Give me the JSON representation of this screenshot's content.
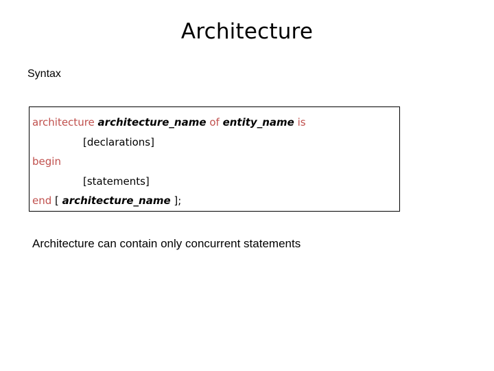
{
  "slide": {
    "title": "Architecture",
    "syntax_label": "Syntax",
    "note": "Architecture can contain only concurrent statements"
  },
  "colors": {
    "keyword": "#c0504d",
    "text": "#000000",
    "background": "#ffffff",
    "border": "#000000"
  },
  "code": {
    "lines": [
      {
        "indent": false,
        "tokens": [
          {
            "text": "architecture",
            "type": "keyword"
          },
          {
            "text": " ",
            "type": "plain"
          },
          {
            "text": "architecture_name",
            "type": "identifier"
          },
          {
            "text": " ",
            "type": "plain"
          },
          {
            "text": "of",
            "type": "keyword"
          },
          {
            "text": " ",
            "type": "plain"
          },
          {
            "text": "entity_name",
            "type": "identifier"
          },
          {
            "text": " ",
            "type": "plain"
          },
          {
            "text": "is",
            "type": "keyword"
          }
        ]
      },
      {
        "indent": true,
        "tokens": [
          {
            "text": "[declarations]",
            "type": "plain"
          }
        ]
      },
      {
        "indent": false,
        "tokens": [
          {
            "text": "begin",
            "type": "keyword"
          }
        ]
      },
      {
        "indent": true,
        "tokens": [
          {
            "text": "[statements]",
            "type": "plain"
          }
        ]
      },
      {
        "indent": false,
        "tokens": [
          {
            "text": "end",
            "type": "keyword"
          },
          {
            "text": " [ ",
            "type": "plain"
          },
          {
            "text": "architecture_name",
            "type": "identifier"
          },
          {
            "text": " ];",
            "type": "plain"
          }
        ]
      }
    ]
  }
}
